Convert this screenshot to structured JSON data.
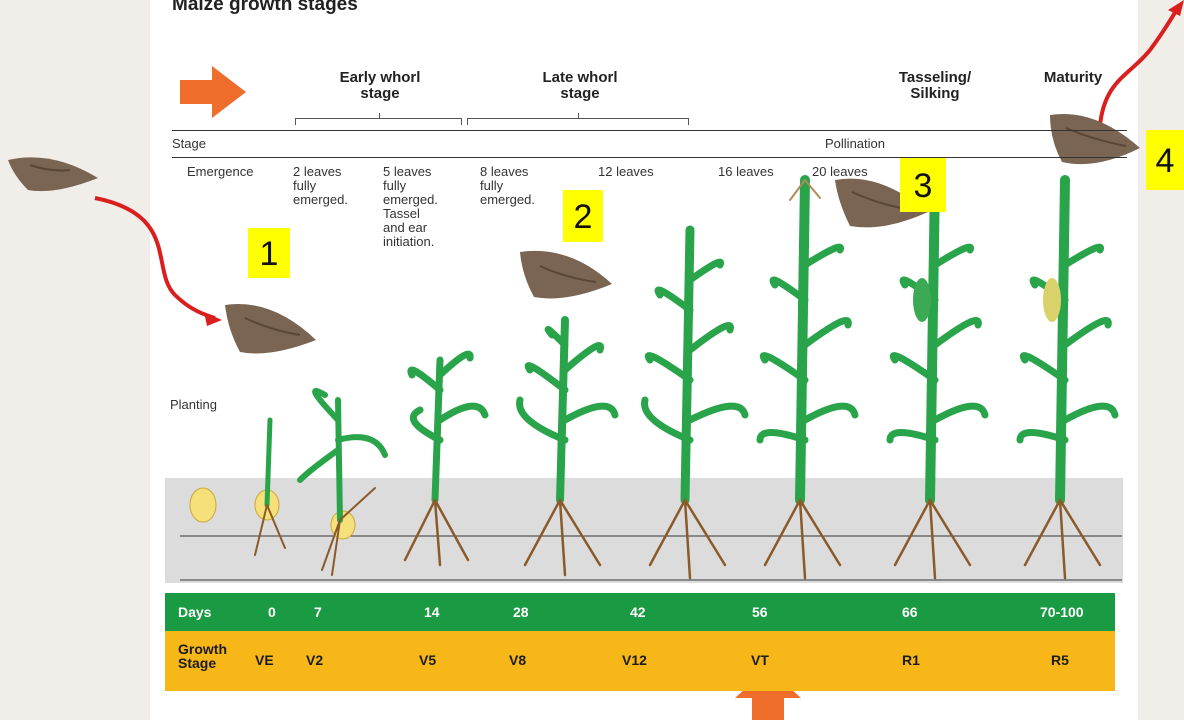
{
  "title": "Maize growth stages",
  "stage_headers": {
    "early_whorl": "Early whorl\nstage",
    "late_whorl": "Late whorl\nstage",
    "tasseling": "Tasseling/\nSilking",
    "maturity": "Maturity"
  },
  "row_labels": {
    "stage": "Stage",
    "pollination": "Pollination"
  },
  "leaf_labels": [
    "Emergence",
    "2 leaves\nfully\nemerged.",
    "5 leaves\nfully\nemerged.\nTassel\nand ear\ninitiation.",
    "8 leaves\nfully\nemerged.",
    "12 leaves",
    "16 leaves",
    "20 leaves"
  ],
  "planting_label": "Planting",
  "moth_markers": [
    "1",
    "2",
    "3",
    "4"
  ],
  "days_row": {
    "label": "Days",
    "values": [
      "0",
      "7",
      "14",
      "28",
      "42",
      "56",
      "66",
      "70-100"
    ]
  },
  "growth_stage_row": {
    "label": "Growth\nStage",
    "values": [
      "VE",
      "V2",
      "V5",
      "V8",
      "V12",
      "VT",
      "R1",
      "R5"
    ]
  },
  "colors": {
    "days_bar": "#1a9a43",
    "growth_bar": "#f7b718",
    "arrow": "#ee6d2a",
    "marker_bg": "#ffff00",
    "moth_path": "#d9201f",
    "plant_green": "#2aa44a",
    "root": "#8b5a2b"
  }
}
